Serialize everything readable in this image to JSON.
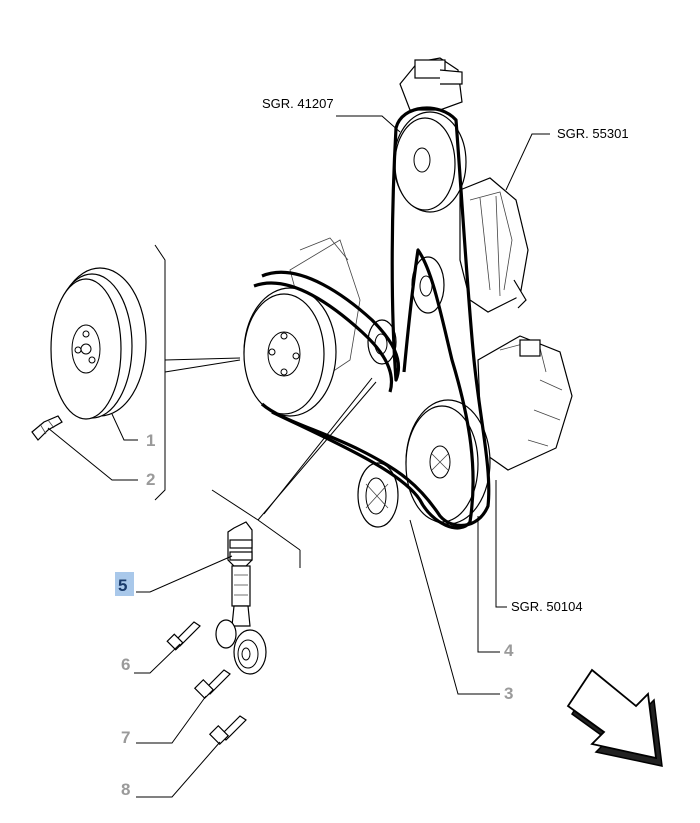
{
  "refs": {
    "sgr_41207": "SGR. 41207",
    "sgr_55301": "SGR. 55301",
    "sgr_50104": "SGR. 50104"
  },
  "callouts": {
    "c1": "1",
    "c2": "2",
    "c3": "3",
    "c4": "4",
    "c5": "5",
    "c6": "6",
    "c7": "7",
    "c8": "8"
  },
  "colors": {
    "active_highlight": "#a9c8ea",
    "active_text": "#1b3c6b",
    "inactive_text": "#9a9a9a"
  },
  "selected_callout": "5"
}
